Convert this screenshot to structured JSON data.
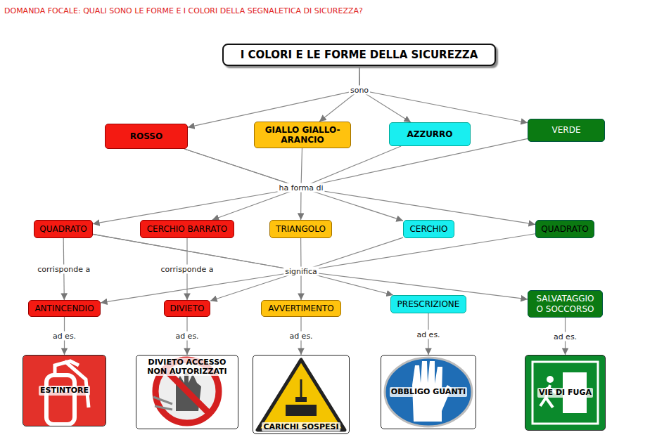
{
  "diagram": {
    "title": "DOMANDA FOCALE: QUALI SONO LE FORME E I COLORI DELLA SEGNALETICA DI SICUREZZA?",
    "nodes": [
      {
        "text": [
          "I COLORI  E LE FORME DELLA SICUREZZA"
        ]
      },
      {
        "text": [
          "ROSSO"
        ]
      },
      {
        "text": [
          "GIALLO GIALLO-ARANCIO"
        ]
      },
      {
        "text": [
          "AZZURRO"
        ]
      },
      {
        "text": [
          "VERDE"
        ]
      },
      {
        "text": [
          "QUADRATO"
        ]
      },
      {
        "text": [
          "CERCHIO BARRATO"
        ]
      },
      {
        "text": [
          "TRIANGOLO"
        ]
      },
      {
        "text": [
          "CERCHIO"
        ]
      },
      {
        "text": [
          "QUADRATO"
        ]
      },
      {
        "text": [
          "ANTINCENDIO"
        ]
      },
      {
        "text": [
          "DIVIETO"
        ]
      },
      {
        "text": [
          "AVVERTIMENTO"
        ]
      },
      {
        "text": [
          "PRESCRIZIONE"
        ]
      },
      {
        "text": [
          "SALVATAGGIO O SOCCORSO"
        ]
      },
      {
        "text": [
          "ESTINTORE"
        ]
      },
      {
        "text": [
          "DIVIETO ACCESSO NON AUTORIZZATI"
        ]
      },
      {
        "text": [
          "CARICHI SOSPESI"
        ]
      },
      {
        "text": [
          "OBBLIGO GUANTI"
        ]
      },
      {
        "text": [
          "VIE DI FUGA"
        ]
      }
    ],
    "edges": [
      {
        "from": 0,
        "to": 1,
        "label": "sono",
        "arrow": "to"
      },
      {
        "from": 0,
        "to": 2,
        "arrow": "to"
      },
      {
        "from": 0,
        "to": 3,
        "arrow": "to"
      },
      {
        "from": 0,
        "to": 4,
        "arrow": "to"
      },
      {
        "from": 1,
        "to": 5,
        "label": "ha forma di",
        "arrow": "to"
      },
      {
        "from": 1,
        "to": 6,
        "arrow": "to"
      },
      {
        "from": 2,
        "to": 7,
        "arrow": "to"
      },
      {
        "from": 3,
        "to": 8,
        "arrow": "to"
      },
      {
        "from": 4,
        "to": 9,
        "arrow": "to"
      },
      {
        "from": 5,
        "to": 10,
        "label": "corrisponde a",
        "arrow": "to"
      },
      {
        "from": 6,
        "to": 11,
        "label": "corrisponde a",
        "arrow": "to"
      },
      {
        "from": 7,
        "to": 12,
        "label": "significa",
        "arrow": "to"
      },
      {
        "from": 5,
        "to": 10,
        "arrow": "to"
      },
      {
        "from": 5,
        "to": 11,
        "arrow": "to"
      },
      {
        "from": 8,
        "to": 13,
        "arrow": "to"
      },
      {
        "from": 9,
        "to": 14,
        "arrow": "to"
      },
      {
        "from": 10,
        "to": 15,
        "label": "ad es.",
        "arrow": "to"
      },
      {
        "from": 11,
        "to": 16,
        "label": "ad es.",
        "arrow": "to"
      },
      {
        "from": 12,
        "to": 17,
        "label": "ad es.",
        "arrow": "to"
      },
      {
        "from": 13,
        "to": 18,
        "label": "ad es.",
        "arrow": "to"
      },
      {
        "from": 14,
        "to": 19,
        "label": "ad es.",
        "arrow": "to"
      }
    ]
  }
}
